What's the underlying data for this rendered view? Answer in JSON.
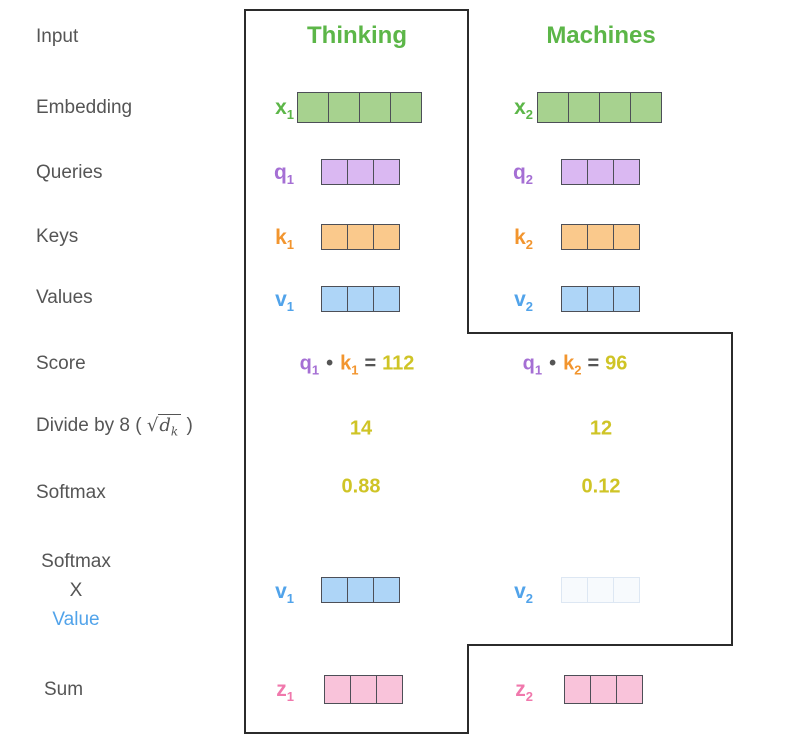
{
  "colors": {
    "label-gray": "#555555",
    "green-text": "#5cb648",
    "green-fill": "#a7d28f",
    "purple-text": "#a56fd4",
    "purple-fill": "#dab8f2",
    "orange-text": "#f2952e",
    "orange-fill": "#fac98c",
    "blue-text": "#51a3ea",
    "blue-fill": "#aed5f7",
    "pink-text": "#f078ac",
    "pink-fill": "#f9c3da",
    "yellow-text": "#cfc426",
    "faded-fill": "#f7fafd",
    "faded-border": "#dde7f3",
    "cell-border": "#4d4f57",
    "outline": "#2b2b2b"
  },
  "row_labels": {
    "input": "Input",
    "embedding": "Embedding",
    "queries": "Queries",
    "keys": "Keys",
    "values": "Values",
    "score": "Score",
    "divide_prefix": "Divide by 8 (",
    "divide_radical": "√",
    "divide_d": "d",
    "divide_sub": "k",
    "divide_suffix": ")",
    "softmax": "Softmax",
    "softmax2_line1": "Softmax",
    "softmax2_line2": "X",
    "softmax2_line3": "Value",
    "sum": "Sum"
  },
  "columns": [
    {
      "header": "Thinking",
      "x": {
        "base": "x",
        "sub": "1",
        "cells": 4
      },
      "q": {
        "base": "q",
        "sub": "1",
        "cells": 3
      },
      "k": {
        "base": "k",
        "sub": "1",
        "cells": 3
      },
      "v": {
        "base": "v",
        "sub": "1",
        "cells": 3
      },
      "score": {
        "q_base": "q",
        "q_sub": "1",
        "dot": "•",
        "k_base": "k",
        "k_sub": "1",
        "eq": "=",
        "value": "112"
      },
      "divided": "14",
      "softmax": "0.88",
      "weighted_v": {
        "base": "v",
        "sub": "1",
        "cells": 3
      },
      "z": {
        "base": "z",
        "sub": "1",
        "cells": 3
      }
    },
    {
      "header": "Machines",
      "x": {
        "base": "x",
        "sub": "2",
        "cells": 4
      },
      "q": {
        "base": "q",
        "sub": "2",
        "cells": 3
      },
      "k": {
        "base": "k",
        "sub": "2",
        "cells": 3
      },
      "v": {
        "base": "v",
        "sub": "2",
        "cells": 3
      },
      "score": {
        "q_base": "q",
        "q_sub": "1",
        "dot": "•",
        "k_base": "k",
        "k_sub": "2",
        "eq": "=",
        "value": "96"
      },
      "divided": "12",
      "softmax": "0.12",
      "weighted_v": {
        "base": "v",
        "sub": "2",
        "cells": 3
      },
      "z": {
        "base": "z",
        "sub": "2",
        "cells": 3
      }
    }
  ]
}
